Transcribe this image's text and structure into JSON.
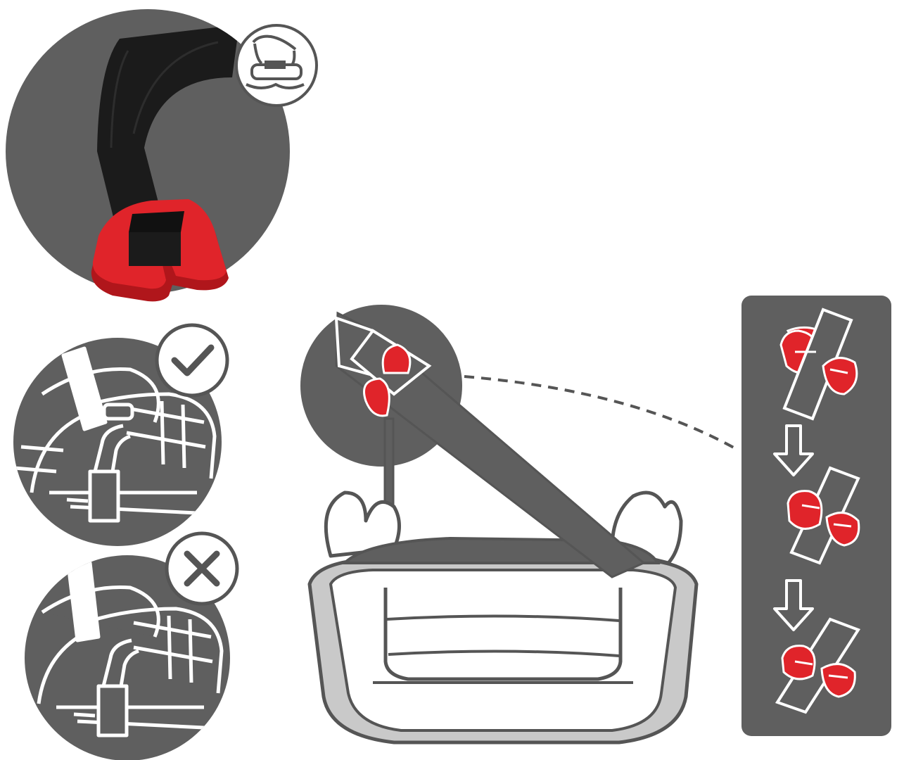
{
  "colors": {
    "panel_gray": "#5f5f5f",
    "light_gray": "#c9c9c9",
    "red": "#e0242a",
    "red_dark": "#b0161b",
    "strap_black": "#1b1b1b",
    "outline": "#555555",
    "white": "#ffffff"
  },
  "panels": [
    {
      "name": "strap-clip-photo",
      "icon": "belt-clip-photo"
    },
    {
      "name": "correct-routing",
      "icon": "check-icon"
    },
    {
      "name": "incorrect-routing",
      "icon": "cross-icon"
    },
    {
      "name": "booster-seat-diagram",
      "icon": "booster-seat-icon"
    },
    {
      "name": "clip-threading-steps",
      "steps": 3,
      "icon": "down-arrow-icon"
    }
  ]
}
